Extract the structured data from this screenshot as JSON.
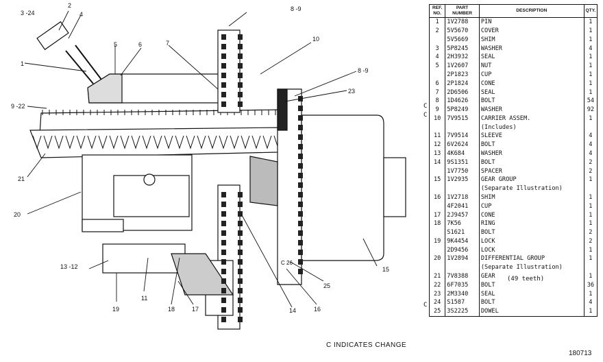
{
  "callouts": [
    {
      "id": "c-3-24",
      "text": "3 -24"
    },
    {
      "id": "c-2",
      "text": "2"
    },
    {
      "id": "c-4",
      "text": "4"
    },
    {
      "id": "c-1",
      "text": "1"
    },
    {
      "id": "c-5",
      "text": "5"
    },
    {
      "id": "c-6",
      "text": "6"
    },
    {
      "id": "c-7",
      "text": "7"
    },
    {
      "id": "c-8-9a",
      "text": "8 -9"
    },
    {
      "id": "c-10",
      "text": "10"
    },
    {
      "id": "c-8-9b",
      "text": "8 -9"
    },
    {
      "id": "c-23",
      "text": "23"
    },
    {
      "id": "c-9-22",
      "text": "9 -22"
    },
    {
      "id": "c-21",
      "text": "21"
    },
    {
      "id": "c-20",
      "text": "20"
    },
    {
      "id": "c-13-12",
      "text": "13 -12"
    },
    {
      "id": "c-19",
      "text": "19"
    },
    {
      "id": "c-11",
      "text": "11"
    },
    {
      "id": "c-18",
      "text": "18"
    },
    {
      "id": "c-17",
      "text": "17"
    },
    {
      "id": "c-14",
      "text": "14"
    },
    {
      "id": "c-16",
      "text": "16"
    },
    {
      "id": "c-25",
      "text": "25"
    },
    {
      "id": "c-15",
      "text": "15"
    }
  ],
  "table": {
    "headers": {
      "ref": "REF. NO.",
      "part": "PART NUMBER",
      "desc": "DESCRIPTION",
      "qty": "QTY."
    },
    "rows": [
      {
        "ref": "1",
        "pn": "1V2788",
        "desc": "PIN",
        "qty": "1"
      },
      {
        "ref": "2",
        "pn": "5V5670",
        "desc": "COVER",
        "qty": "1"
      },
      {
        "ref": "",
        "pn": "5V5669",
        "desc": "SHIM",
        "qty": "1"
      },
      {
        "ref": "3",
        "pn": "5P8245",
        "desc": "WASHER",
        "qty": "4"
      },
      {
        "ref": "4",
        "pn": "2H3932",
        "desc": "SEAL",
        "qty": "1"
      },
      {
        "ref": "5",
        "pn": "1V2607",
        "desc": "NUT",
        "qty": "1"
      },
      {
        "ref": "",
        "pn": "2P1823",
        "desc": "CUP",
        "qty": "1"
      },
      {
        "ref": "6",
        "pn": "2P1824",
        "desc": "CONE",
        "qty": "1"
      },
      {
        "ref": "7",
        "pn": "2D6506",
        "desc": "SEAL",
        "qty": "1"
      },
      {
        "ref": "8",
        "pn": "1D4626",
        "desc": "BOLT",
        "qty": "54"
      },
      {
        "ref": "9",
        "pn": "5P8249",
        "desc": "WASHER",
        "qty": "92",
        "mark": "C"
      },
      {
        "ref": "10",
        "pn": "7V9515",
        "desc": "CARRIER ASSEM.",
        "qty": "1",
        "mark": "C"
      },
      {
        "ref": "",
        "pn": "",
        "desc": "   (Includes)",
        "qty": ""
      },
      {
        "ref": "11",
        "pn": "7V9514",
        "desc": "   SLEEVE",
        "qty": "4"
      },
      {
        "ref": "12",
        "pn": "6V2624",
        "desc": "   BOLT",
        "qty": "4"
      },
      {
        "ref": "13",
        "pn": "4K684",
        "desc": "   WASHER",
        "qty": "4"
      },
      {
        "ref": "14",
        "pn": "9S1351",
        "desc": "BOLT",
        "qty": "2"
      },
      {
        "ref": "",
        "pn": "1V7750",
        "desc": "SPACER",
        "qty": "2"
      },
      {
        "ref": "15",
        "pn": "1V2935",
        "desc": "GEAR GROUP",
        "qty": "1"
      },
      {
        "ref": "",
        "pn": "",
        "desc": "   (Separate Illustration)",
        "qty": ""
      },
      {
        "ref": "16",
        "pn": "1V2718",
        "desc": "SHIM",
        "qty": "1"
      },
      {
        "ref": "",
        "pn": "4F2041",
        "desc": "CUP",
        "qty": "1"
      },
      {
        "ref": "17",
        "pn": "2J9457",
        "desc": "CONE",
        "qty": "1"
      },
      {
        "ref": "18",
        "pn": "7K56",
        "desc": "RING",
        "qty": "1"
      },
      {
        "ref": "",
        "pn": "S1621",
        "desc": "BOLT",
        "qty": "2"
      },
      {
        "ref": "19",
        "pn": "9K4454",
        "desc": "LOCK",
        "qty": "2"
      },
      {
        "ref": "",
        "pn": "2D9456",
        "desc": "LOCK",
        "qty": "1"
      },
      {
        "ref": "20",
        "pn": "1V2894",
        "desc": "DIFFERENTIAL GROUP",
        "qty": "1"
      },
      {
        "ref": "",
        "pn": "",
        "desc": "   (Separate Illustration)",
        "qty": ""
      },
      {
        "ref": "21",
        "pn": "7V8388",
        "desc": "GEAR",
        "qty": "1"
      },
      {
        "ref": "22",
        "pn": "6F7035",
        "desc": "BOLT",
        "qty": "36"
      },
      {
        "ref": "23",
        "pn": "2M3340",
        "desc": "SEAL",
        "qty": "1"
      },
      {
        "ref": "24",
        "pn": "S1587",
        "desc": "BOLT",
        "qty": "4"
      },
      {
        "ref": "25",
        "pn": "3S2225",
        "desc": "DOWEL",
        "qty": "1",
        "mark": "C"
      }
    ],
    "gear_note": "(49 teeth)"
  },
  "footer_note": "C INDICATES CHANGE",
  "drawing_number": "180713",
  "drawing_label": "C 26"
}
